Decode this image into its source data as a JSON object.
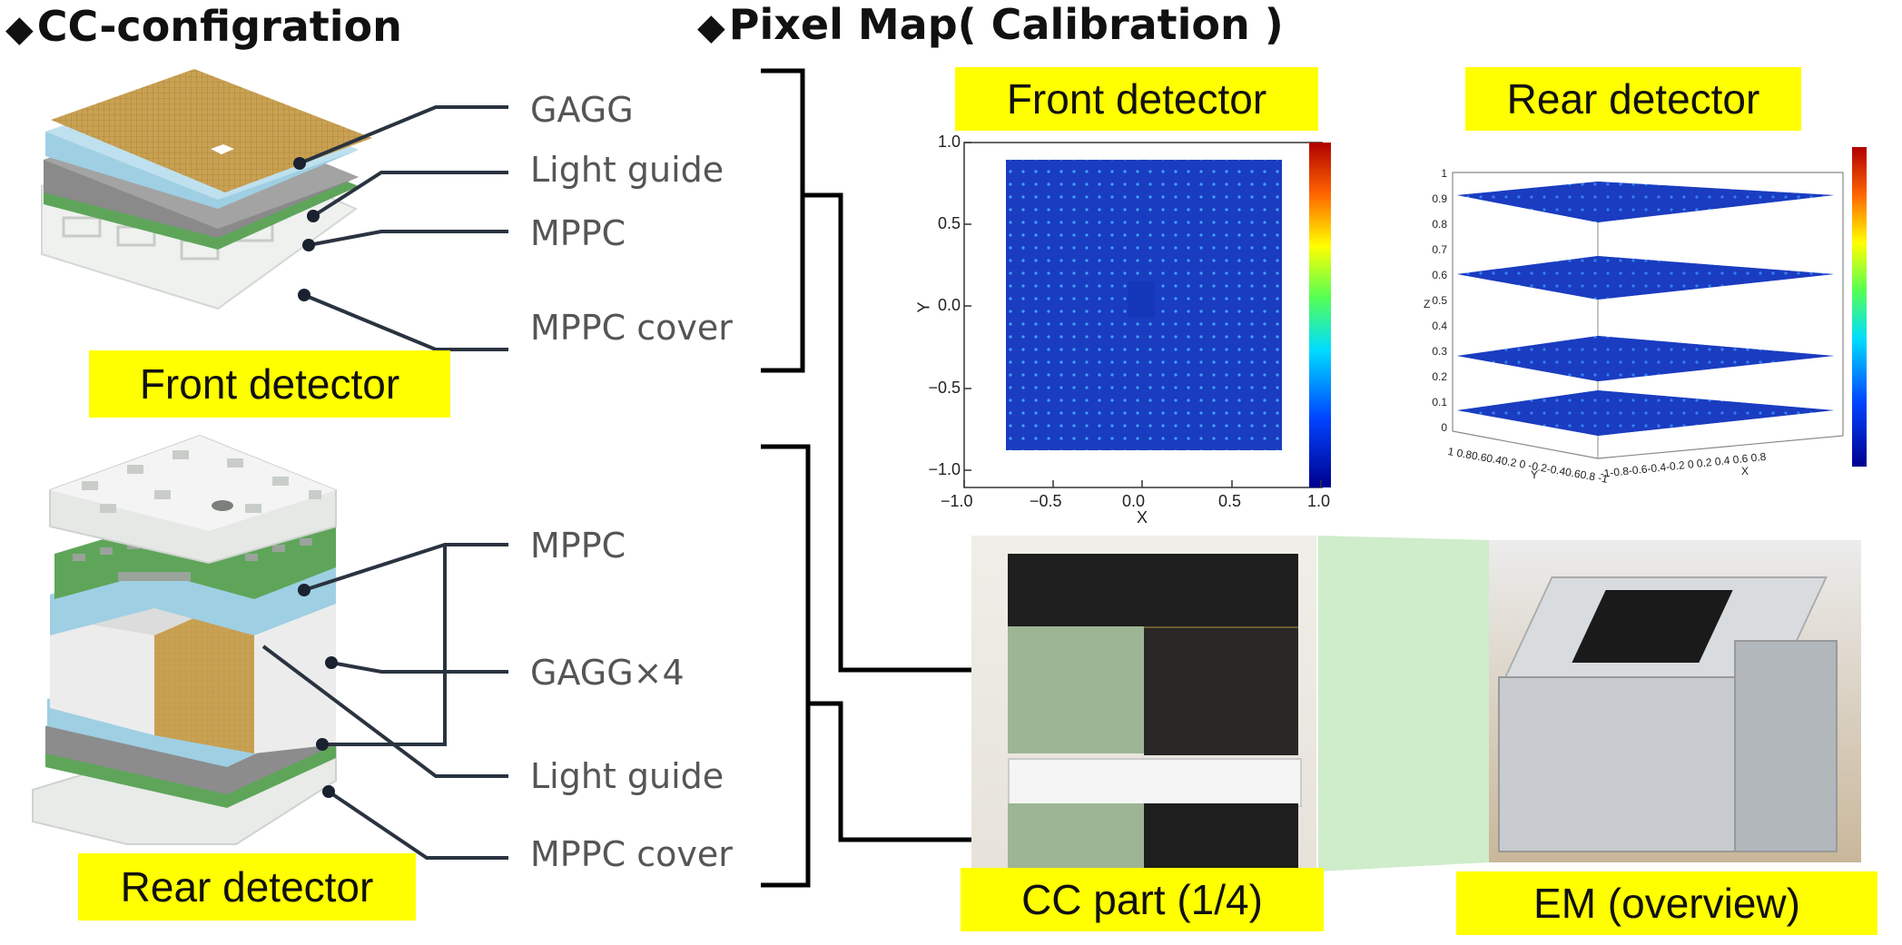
{
  "headings": {
    "cc_config": "CC-configration",
    "pixel_map": "Pixel Map( Calibration )",
    "marker_icon": "black-diamond-icon"
  },
  "front_stack": {
    "components": [
      "GAGG",
      "Light guide",
      "MPPC",
      "MPPC cover"
    ],
    "label": "Front detector"
  },
  "rear_stack": {
    "components": [
      "MPPC",
      "GAGG×4",
      "Light guide",
      "MPPC cover"
    ],
    "label": "Rear detector"
  },
  "pixel_map": {
    "front_label": "Front detector",
    "rear_label": "Rear detector",
    "front_plot": {
      "xlabel": "X",
      "ylabel": "Y",
      "x_ticks": [
        "−1.0",
        "−0.5",
        "0.0",
        "0.5",
        "1.0"
      ],
      "y_ticks": [
        "1.0",
        "0.5",
        "0.0",
        "−0.5",
        "−1.0"
      ]
    },
    "rear_plot": {
      "z_ticks": [
        "1",
        "0.9",
        "0.8",
        "0.7",
        "0.6",
        "0.5",
        "0.4",
        "0.3",
        "0.2",
        "0.1",
        "0"
      ],
      "y_axis_ticks": "1 0.80.60.40.2 0 -0.2-0.40.60.8 -1",
      "x_axis_ticks": "-1-0.8-0.6-0.4-0.2 0 0.2 0.4 0.6 0.8",
      "ylabel": "Y",
      "xlabel": "X",
      "zlabel": "Z"
    }
  },
  "photos": {
    "cc_part_label": "CC part (1/4)",
    "em_label": "EM (overview)"
  },
  "colors": {
    "highlight": "#ffff00",
    "gagg": "#c9a153",
    "light_guide": "#9fcfe3",
    "mppc": "#8c8c8c",
    "pcb": "#5ea55a",
    "cover": "#e4e8e4",
    "plot_blue": "#1133aa"
  }
}
